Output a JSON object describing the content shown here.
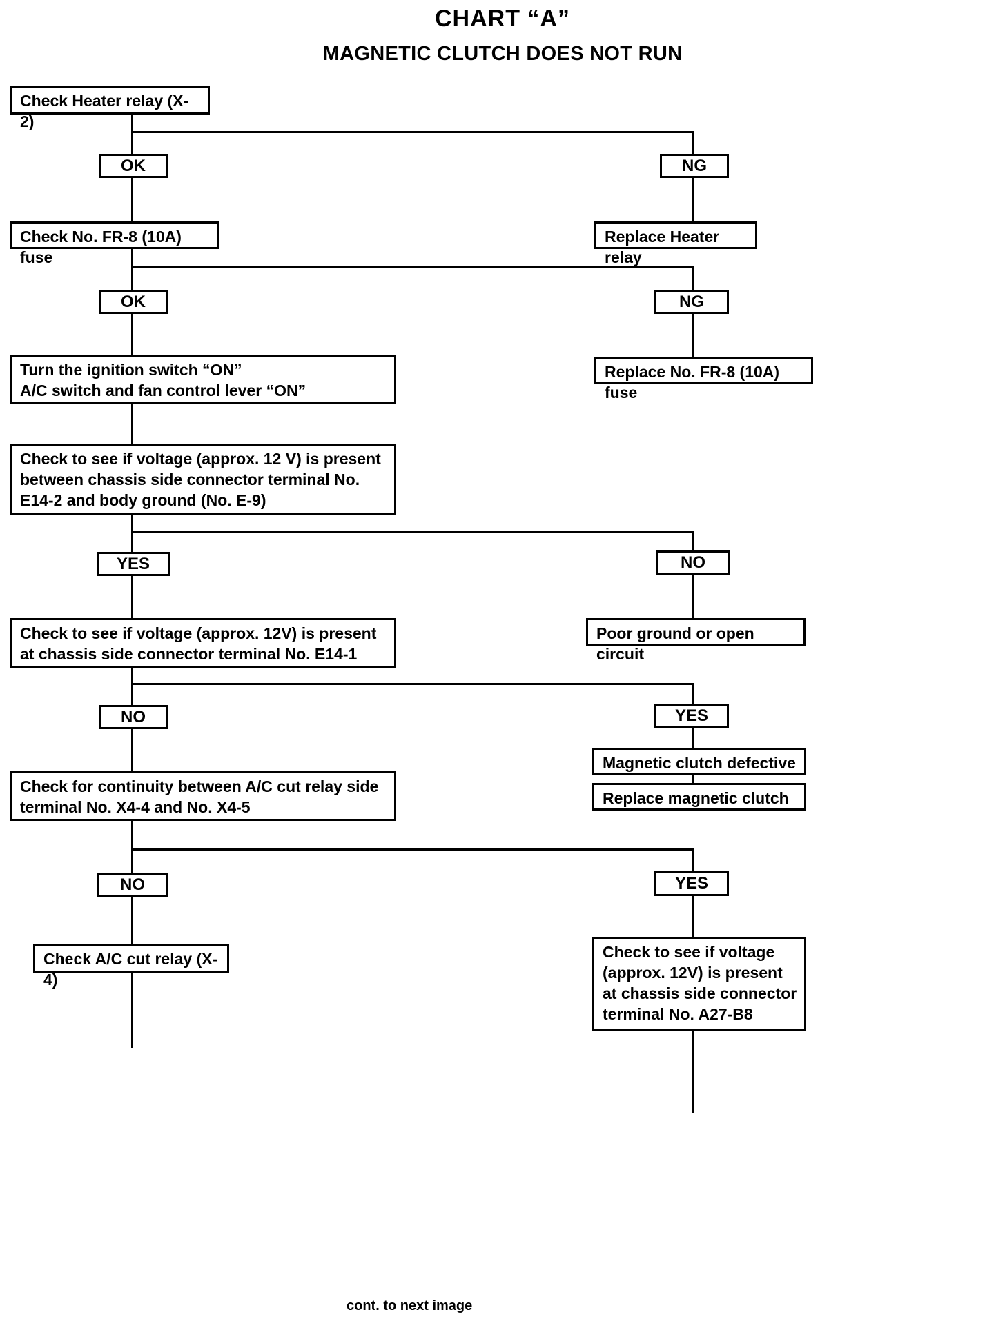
{
  "title": {
    "main": "CHART  “A”",
    "sub": "MAGNETIC CLUTCH DOES NOT RUN"
  },
  "footnote": "cont. to next image",
  "nodes": {
    "check_heater_relay": "Check Heater relay (X-2)",
    "replace_heater_relay": "Replace Heater relay",
    "check_fuse": "Check No. FR-8 (10A) fuse",
    "replace_fuse": "Replace No. FR-8 (10A) fuse",
    "turn_ignition": "Turn the ignition switch “ON”\nA/C switch and fan control lever “ON”",
    "check_voltage_e14_2": "Check to see if voltage (approx. 12 V) is present\nbetween chassis side connector terminal No.\nE14-2 and body ground (No. E-9)",
    "poor_ground": "Poor ground or open circuit",
    "check_voltage_e14_1": "Check to see if voltage (approx. 12V) is present\nat chassis side connector terminal No. E14-1",
    "magnetic_clutch_defective": "Magnetic clutch defective",
    "replace_magnetic_clutch": "Replace magnetic clutch",
    "check_continuity_x4": "Check for continuity between A/C cut relay side\nterminal No. X4-4 and No. X4-5",
    "check_ac_cut_relay": "Check A/C cut relay (X-4)",
    "check_voltage_a27_b8": "Check to see if voltage\n(approx. 12V) is present\nat chassis side connector\nterminal No. A27-B8"
  },
  "branches": {
    "b1_left": "OK",
    "b1_right": "NG",
    "b2_left": "OK",
    "b2_right": "NG",
    "b3_left": "YES",
    "b3_right": "NO",
    "b4_left": "NO",
    "b4_right": "YES",
    "b5_left": "NO",
    "b5_right": "YES"
  },
  "colors": {
    "ink": "#000000",
    "paper": "#ffffff"
  },
  "chart_data": {
    "type": "diagram",
    "diagram_kind": "troubleshooting-flowchart",
    "title": "CHART “A” — MAGNETIC CLUTCH DOES NOT RUN",
    "steps": [
      {
        "id": 1,
        "text": "Check Heater relay (X-2)",
        "branches": [
          {
            "label": "OK",
            "to": 2
          },
          {
            "label": "NG",
            "to": "Replace Heater relay"
          }
        ]
      },
      {
        "id": 2,
        "text": "Check No. FR-8 (10A) fuse",
        "branches": [
          {
            "label": "OK",
            "to": 3
          },
          {
            "label": "NG",
            "to": "Replace No. FR-8 (10A) fuse"
          }
        ]
      },
      {
        "id": 3,
        "text": "Turn the ignition switch “ON” / A/C switch and fan control lever “ON”",
        "branches": [
          {
            "label": "",
            "to": 4
          }
        ]
      },
      {
        "id": 4,
        "text": "Check to see if voltage (approx. 12 V) is present between chassis side connector terminal No. E14-2 and body ground (No. E-9)",
        "branches": [
          {
            "label": "YES",
            "to": 5
          },
          {
            "label": "NO",
            "to": "Poor ground or open circuit"
          }
        ]
      },
      {
        "id": 5,
        "text": "Check to see if voltage (approx. 12V) is present at chassis side connector terminal No. E14-1",
        "branches": [
          {
            "label": "NO",
            "to": 6
          },
          {
            "label": "YES",
            "to": "Magnetic clutch defective → Replace magnetic clutch"
          }
        ]
      },
      {
        "id": 6,
        "text": "Check for continuity between A/C cut relay side terminal No. X4-4 and No. X4-5",
        "branches": [
          {
            "label": "NO",
            "to": "Check A/C cut relay (X-4)"
          },
          {
            "label": "YES",
            "to": "Check to see if voltage (approx. 12V) is present at chassis side connector terminal No. A27-B8"
          }
        ]
      }
    ]
  }
}
